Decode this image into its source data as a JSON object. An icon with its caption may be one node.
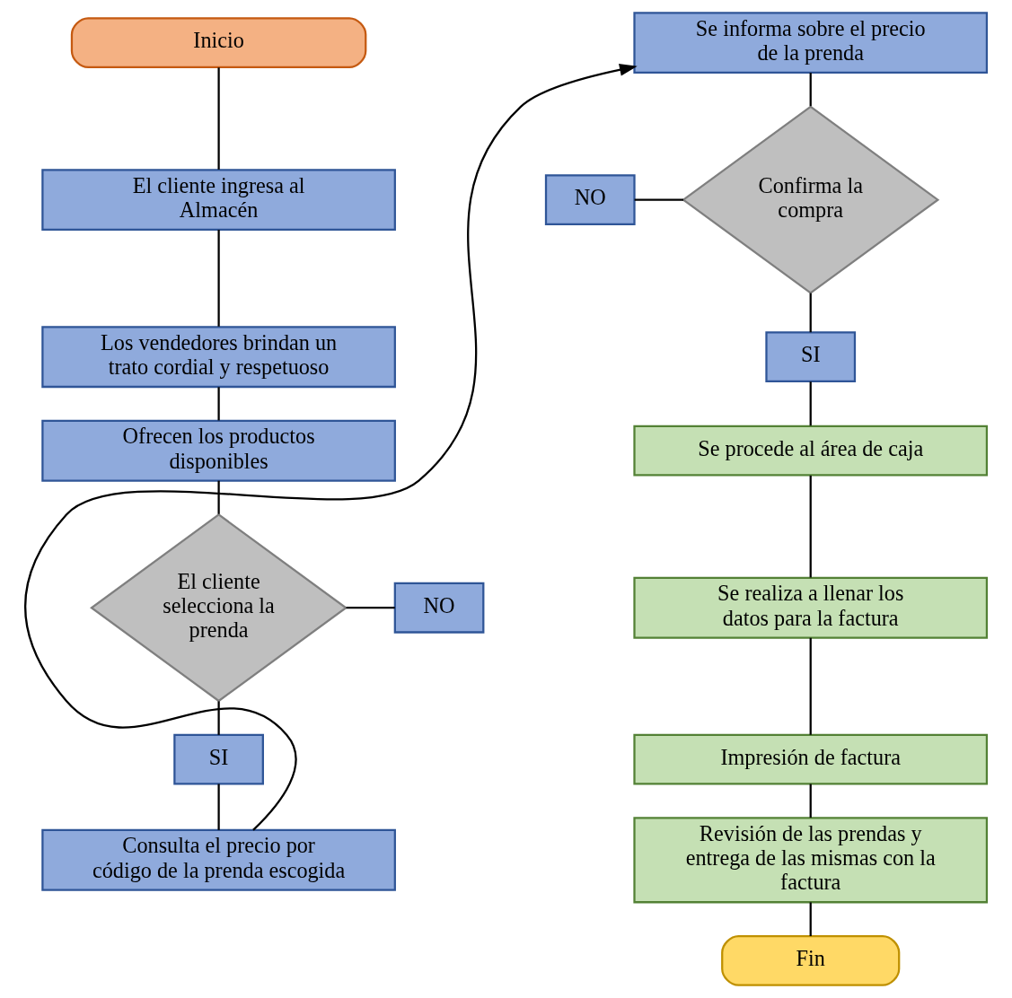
{
  "diagram": {
    "nodes": [
      {
        "text": [
          "Inicio"
        ]
      },
      {
        "text": [
          "El cliente ingresa al Almacén"
        ]
      },
      {
        "text": [
          "Los vendedores brindan un trato cordial y respetuoso"
        ]
      },
      {
        "text": [
          "Ofrecen los productos disponibles"
        ]
      },
      {
        "text": [
          "El cliente selecciona la prenda"
        ]
      },
      {
        "text": [
          "NO"
        ]
      },
      {
        "text": [
          "SI"
        ]
      },
      {
        "text": [
          "Consulta el precio por código de la prenda escogida"
        ]
      },
      {
        "text": [
          "Se informa sobre el precio de la prenda"
        ]
      },
      {
        "text": [
          "Confirma la compra"
        ]
      },
      {
        "text": [
          "NO"
        ]
      },
      {
        "text": [
          "SI"
        ]
      },
      {
        "text": [
          "Se procede al área de caja"
        ]
      },
      {
        "text": [
          "Se realiza a llenar los datos para la factura"
        ]
      },
      {
        "text": [
          "Impresión de factura"
        ]
      },
      {
        "text": [
          "Revisión de las prendas y entrega de las mismas con la factura"
        ]
      },
      {
        "text": [
          "Fin"
        ]
      }
    ],
    "edges": [
      {
        "from": 0,
        "to": 1,
        "arrow": "none"
      },
      {
        "from": 1,
        "to": 2,
        "arrow": "none"
      },
      {
        "from": 2,
        "to": 3,
        "arrow": "none"
      },
      {
        "from": 3,
        "to": 4,
        "arrow": "none"
      },
      {
        "from": 4,
        "to": 5,
        "arrow": "none"
      },
      {
        "from": 4,
        "to": 6,
        "arrow": "none"
      },
      {
        "from": 6,
        "to": 7,
        "arrow": "none"
      },
      {
        "from": 7,
        "to": 8,
        "arrow": "to"
      },
      {
        "from": 8,
        "to": 9,
        "arrow": "none"
      },
      {
        "from": 9,
        "to": 10,
        "arrow": "none"
      },
      {
        "from": 9,
        "to": 11,
        "arrow": "none"
      },
      {
        "from": 11,
        "to": 12,
        "arrow": "none"
      },
      {
        "from": 12,
        "to": 13,
        "arrow": "none"
      },
      {
        "from": 13,
        "to": 14,
        "arrow": "none"
      },
      {
        "from": 14,
        "to": 15,
        "arrow": "none"
      },
      {
        "from": 15,
        "to": 16,
        "arrow": "none"
      }
    ]
  }
}
